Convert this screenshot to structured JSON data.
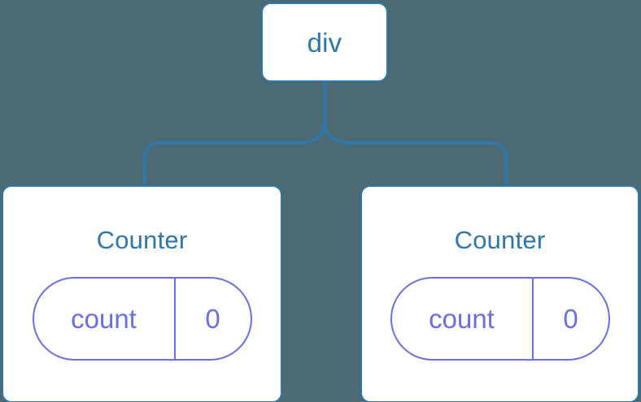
{
  "diagram": {
    "type": "component-tree",
    "background_color": "#4c6a73",
    "node_border_color": "#2e77a8",
    "node_fill_color": "#ffffff",
    "label_color": "#2e77a8",
    "state_color": "#6b6fde",
    "connector_color": "#2e77a8",
    "root": {
      "label": "div"
    },
    "children": [
      {
        "title": "Counter",
        "state": {
          "key": "count",
          "value": "0"
        }
      },
      {
        "title": "Counter",
        "state": {
          "key": "count",
          "value": "0"
        }
      }
    ]
  }
}
